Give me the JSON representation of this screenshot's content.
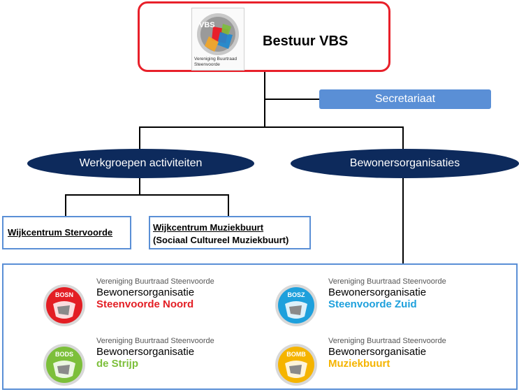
{
  "top": {
    "title": "Bestuur VBS",
    "logo_abbr": "VBS",
    "logo_line1": "Vereniging Buurtraad",
    "logo_line2": "Steenvoorde"
  },
  "secretariaat": "Secretariaat",
  "groups": {
    "left": "Werkgroepen activiteiten",
    "right": "Bewonersorganisaties"
  },
  "wijkcentra": {
    "stervoorde": "Wijkcentrum Stervoorde",
    "muziekbuurt_line1": "Wijkcentrum Muziekbuurt",
    "muziekbuurt_line2": "(Sociaal Cultureel Muziekbuurt)"
  },
  "bewonersorganisaties": [
    {
      "abbr": "BOSN",
      "small": "Vereniging Buurtraad Steenvoorde",
      "main": "Bewonersorganisatie",
      "sub": "Steenvoorde Noord",
      "color": "#e31e24"
    },
    {
      "abbr": "BOSZ",
      "small": "Vereniging Buurtraad Steenvoorde",
      "main": "Bewonersorganisatie",
      "sub": "Steenvoorde Zuid",
      "color": "#1ea0dc"
    },
    {
      "abbr": "BODS",
      "small": "Vereniging Buurtraad Steenvoorde",
      "main": "Bewonersorganisatie",
      "sub": "de Strijp",
      "color": "#7cbf3a"
    },
    {
      "abbr": "BOMB",
      "small": "Vereniging Buurtraad Steenvoorde",
      "main": "Bewonersorganisatie",
      "sub": "Muziekbuurt",
      "color": "#f5b400"
    }
  ],
  "colors": {
    "top_border": "#e8202a",
    "ellipse": "#0d2a5c",
    "accent_blue": "#5a8fd6"
  }
}
